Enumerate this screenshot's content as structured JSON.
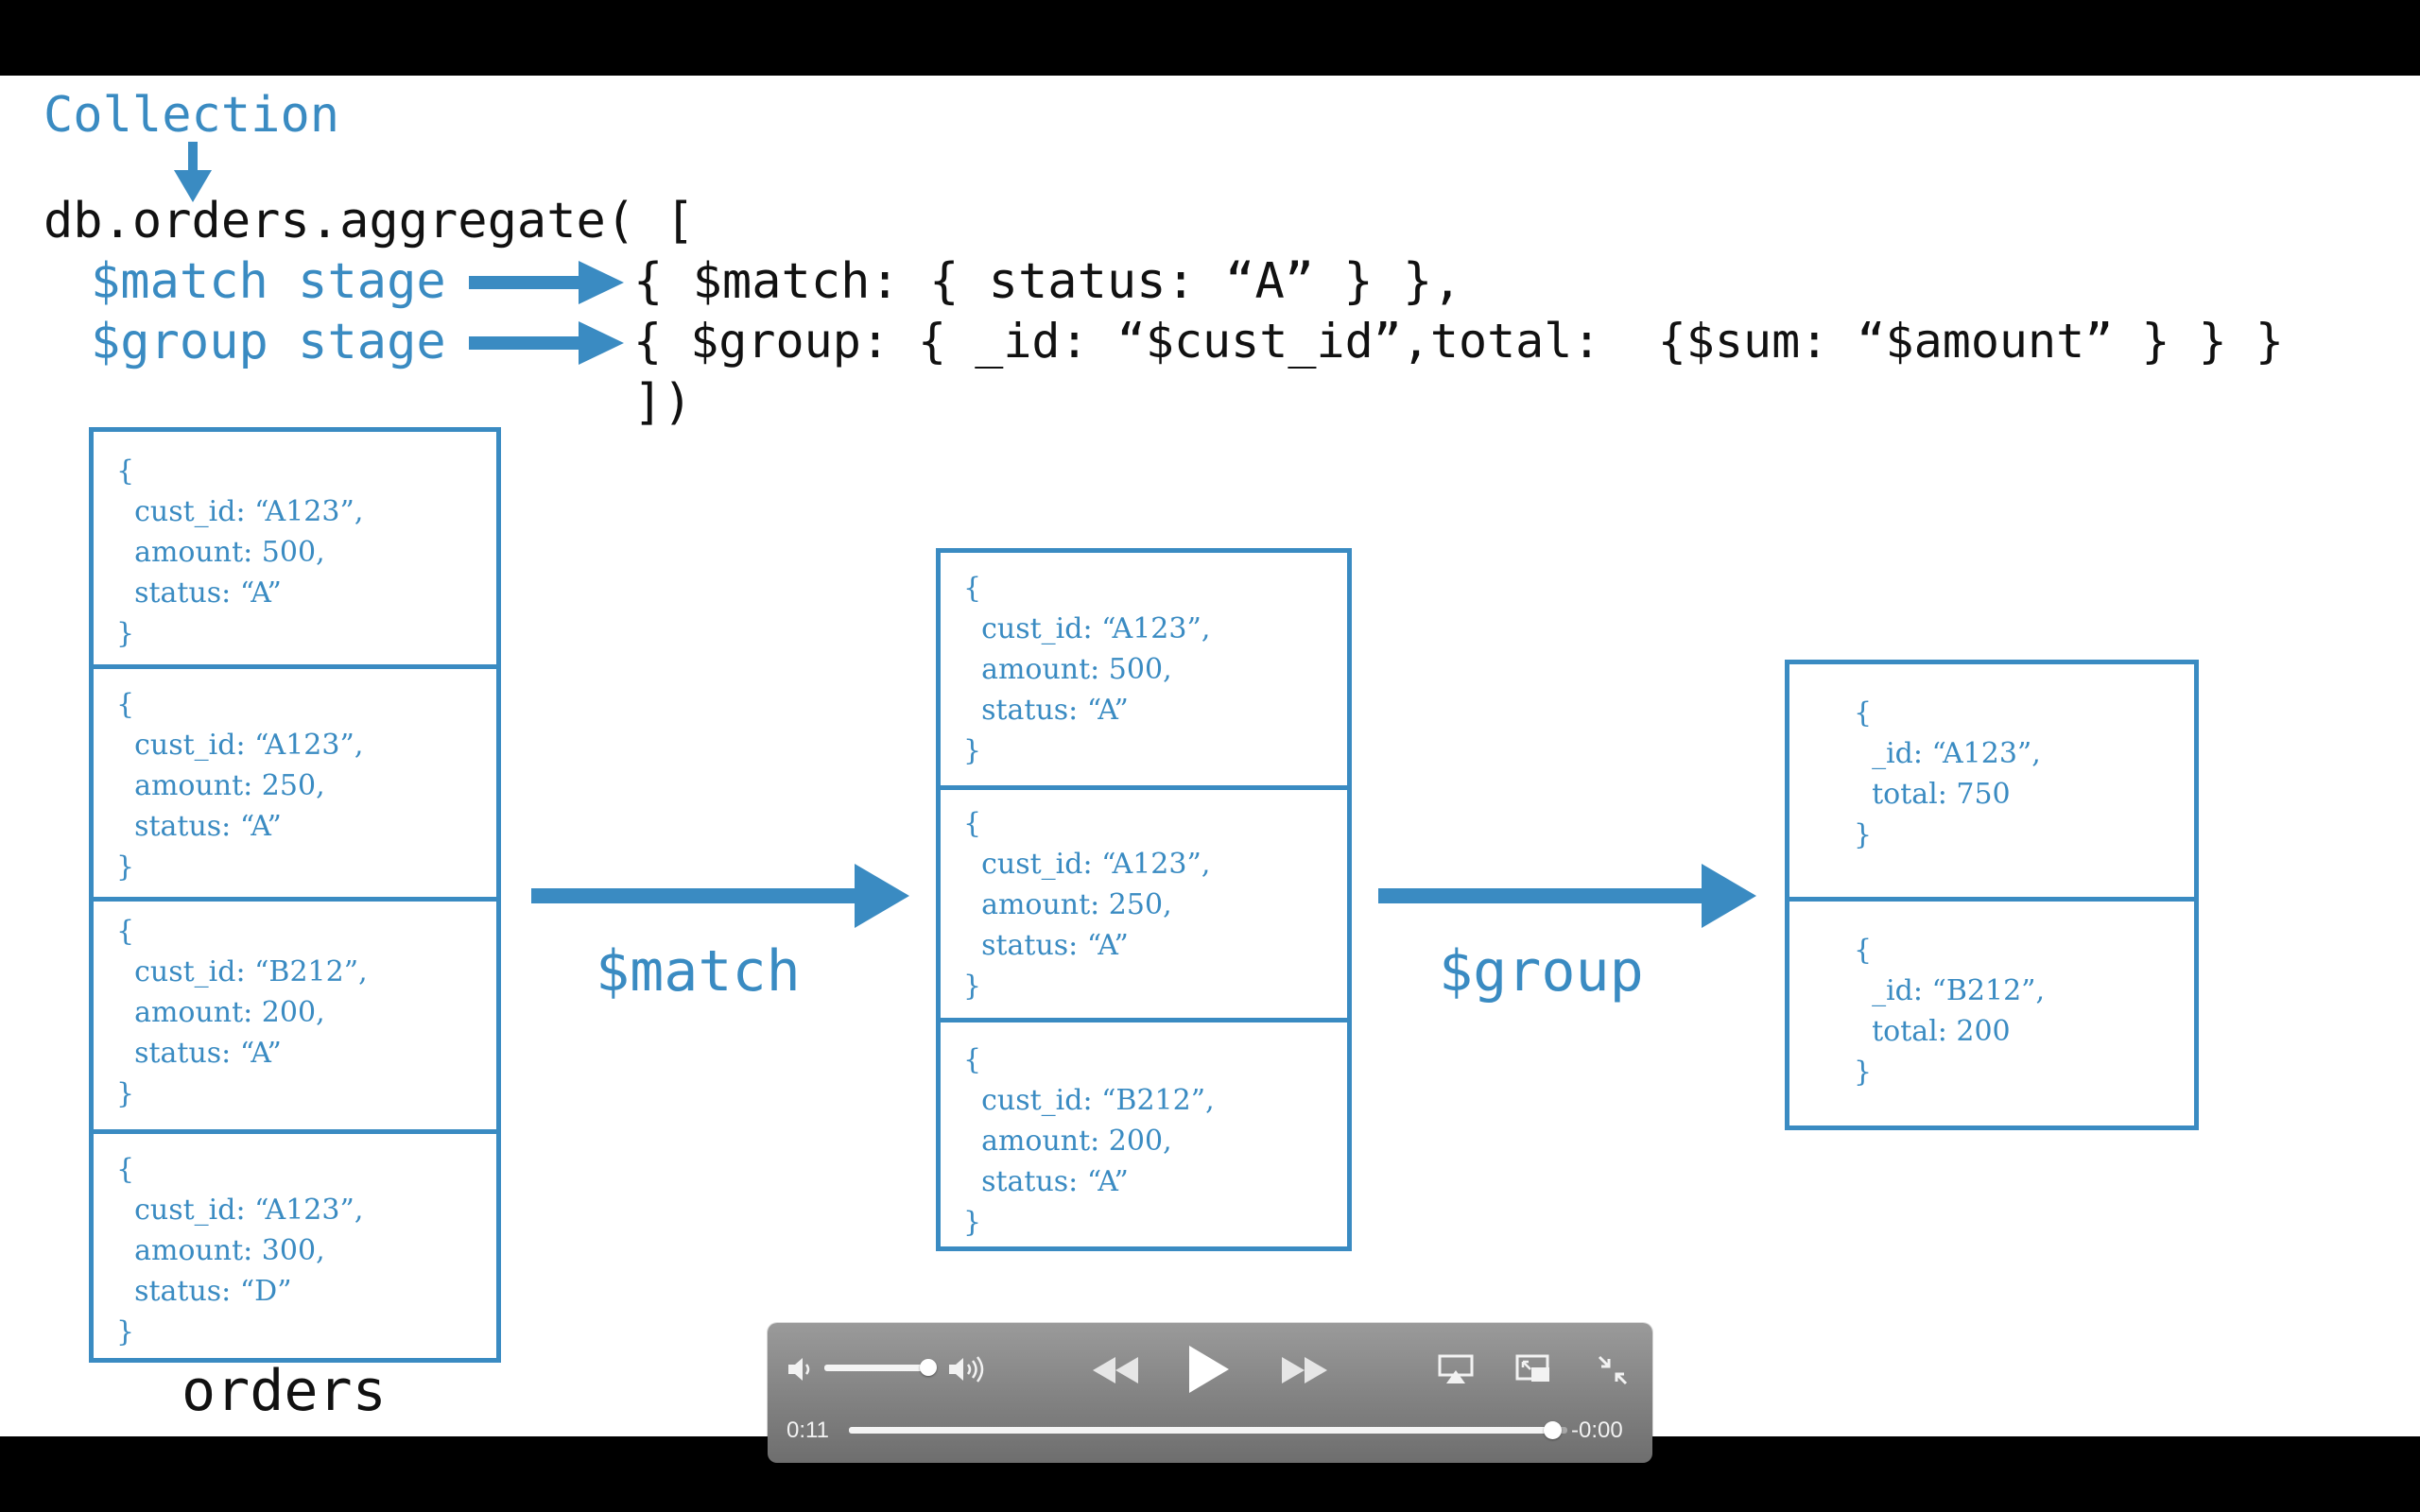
{
  "code": {
    "collection_label": "Collection",
    "line1": "db.orders.aggregate( [",
    "match_stage_label": "$match stage",
    "group_stage_label": "$group stage",
    "match_stage_code": "{ $match: { status: “A” } },",
    "group_stage_code": "{ $group: { _id: “$cust_id”,total:  {$sum: “$amount” } } }",
    "line_close": "])"
  },
  "orders_collection": {
    "label": "orders",
    "documents": [
      "{\n  cust_id: “A123”,\n  amount: 500,\n  status: “A”\n}",
      "{\n  cust_id: “A123”,\n  amount: 250,\n  status: “A”\n}",
      "{\n  cust_id: “B212”,\n  amount: 200,\n  status: “A”\n}",
      "{\n  cust_id: “A123”,\n  amount: 300,\n  status: “D”\n}"
    ]
  },
  "match_arrow_label": "$match",
  "matched_documents": [
    "{\n  cust_id: “A123”,\n  amount: 500,\n  status: “A”\n}",
    "{\n  cust_id: “A123”,\n  amount: 250,\n  status: “A”\n}",
    "{\n  cust_id: “B212”,\n  amount: 200,\n  status: “A”\n}"
  ],
  "group_arrow_label": "$group",
  "grouped_documents": [
    "{\n  _id: “A123”,\n  total: 750\n}",
    "{\n  _id: “B212”,\n  total: 200\n}"
  ],
  "player": {
    "elapsed": "0:11",
    "remaining": "-0:00",
    "progress": 0.98,
    "volume": 1.0,
    "icons": [
      "volume-low-icon",
      "volume-high-icon",
      "rewind-icon",
      "play-icon",
      "fast-forward-icon",
      "airplay-icon",
      "picture-in-picture-icon",
      "exit-fullscreen-icon"
    ]
  },
  "colors": {
    "accent": "#3a8bc2",
    "text": "#111111",
    "background": "#ffffff",
    "letterbox": "#000000"
  }
}
